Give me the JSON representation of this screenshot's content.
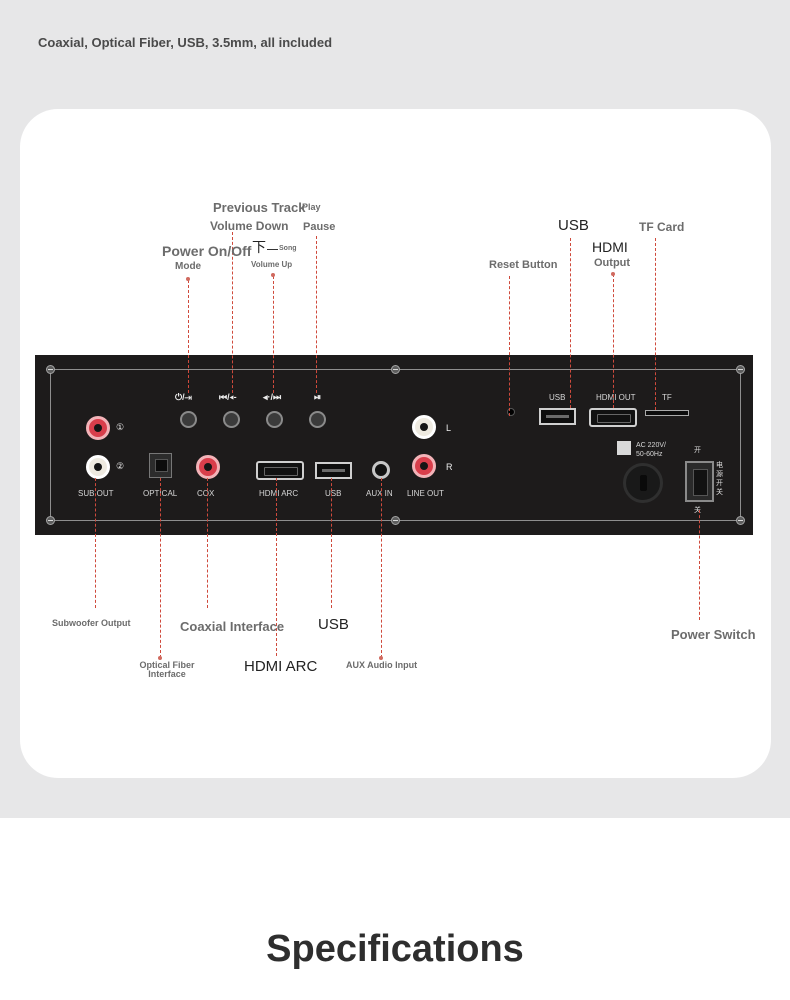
{
  "headline": "Coaxial, Optical Fiber, USB, 3.5mm, all included",
  "panel": {
    "ports": {
      "sub_out": "SUB OUT",
      "optical": "OPTICAL",
      "cox": "COX",
      "hdmi_arc": "HDMI ARC",
      "usb": "USB",
      "aux_in": "AUX IN",
      "line_out": "LINE OUT",
      "usb_top": "USB",
      "hdmi_out": "HDMI OUT",
      "tf": "TF",
      "ac_line1": "AC 220V/",
      "ac_line2": "50-60Hz",
      "channel_l": "L",
      "channel_r": "R",
      "num_1": "①",
      "num_2": "②",
      "switch_on": "开",
      "switch_label": "电源开关",
      "switch_off": "关"
    },
    "symbols": {
      "power_mode": "⏻/⇥",
      "prev_track": "⏮/◂-",
      "next_track": "◂·/⏭",
      "play_pause": "⏯"
    }
  },
  "annotations": {
    "previous_track": "Previous Track",
    "volume_down": "Volume Down",
    "power_on_off": "Power On/Off",
    "mode": "Mode",
    "next_char": "下",
    "song": "Song",
    "volume_up": "Volume Up",
    "play": "Play",
    "pause": "Pause",
    "reset_button": "Reset Button",
    "usb_top": "USB",
    "hdmi": "HDMI",
    "output": "Output",
    "tf_card": "TF Card",
    "subwoofer_output": "Subwoofer Output",
    "optical_fiber_interface": "Optical Fiber Interface",
    "coaxial_interface": "Coaxial Interface",
    "hdmi_arc": "HDMI ARC",
    "usb_bottom": "USB",
    "aux_audio_input": "AUX Audio Input",
    "power_switch": "Power Switch"
  },
  "specifications_title": "Specifications"
}
